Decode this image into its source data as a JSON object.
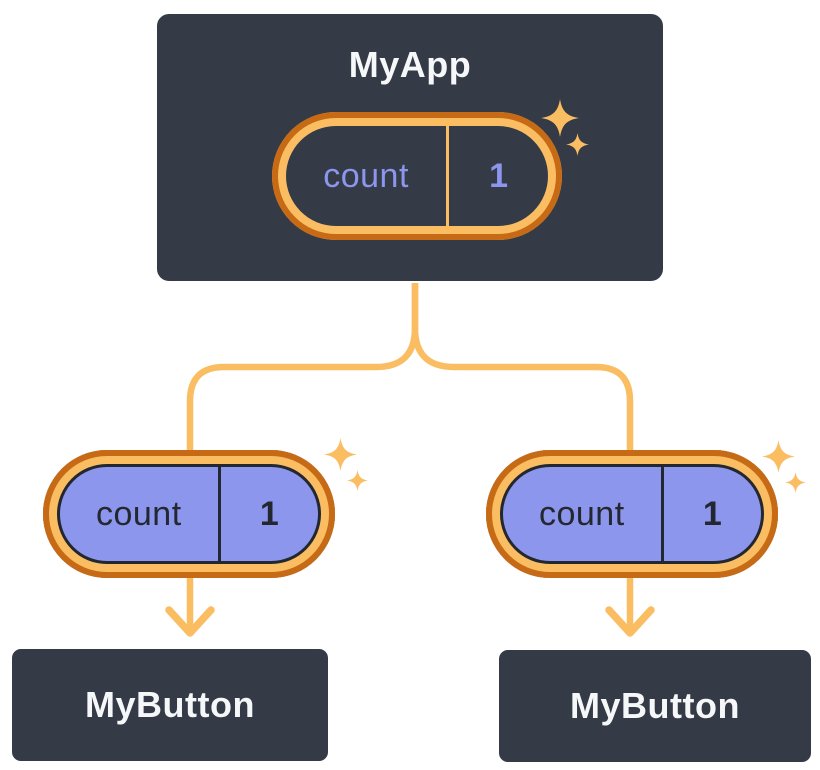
{
  "diagram": {
    "parent": {
      "label": "MyApp",
      "state": {
        "key": "count",
        "value": "1"
      }
    },
    "children": [
      {
        "label": "MyButton",
        "state": {
          "key": "count",
          "value": "1"
        }
      },
      {
        "label": "MyButton",
        "state": {
          "key": "count",
          "value": "1"
        }
      }
    ]
  },
  "icons": {
    "sparkle": "✦ four-point star (new/updated state highlight)"
  },
  "colors": {
    "page_bg": "#ffffff",
    "node_bg": "#343A46",
    "node_border": "#ffffff",
    "node_text": "#F6F7F9",
    "ring_outer": "#C76A15",
    "ring_inner": "#FABD62",
    "connector": "#FABD62",
    "state_purple": "#8C96EC",
    "state_dark": "#23272F"
  }
}
